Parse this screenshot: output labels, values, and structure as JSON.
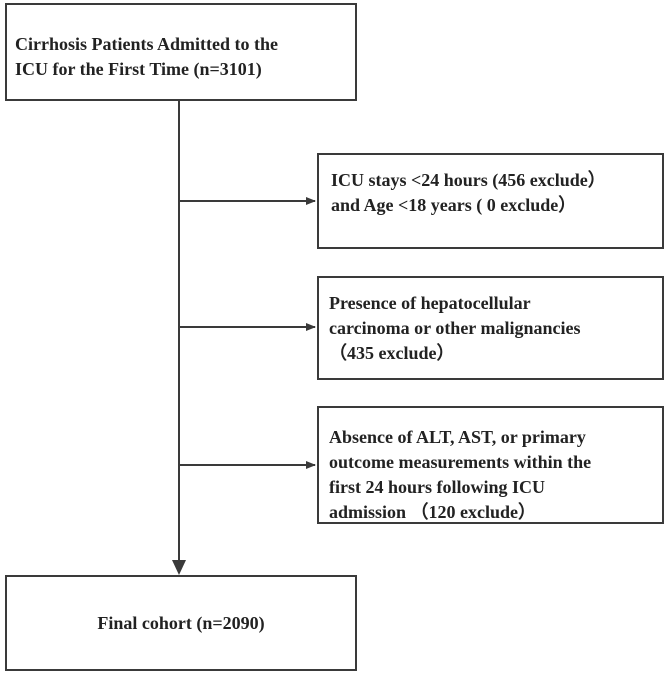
{
  "nodes": {
    "start": {
      "lines": [
        "Cirrhosis Patients Admitted to the",
        "ICU for the First Time (n=3101)"
      ]
    },
    "exclusion_1": {
      "lines": [
        "ICU stays <24 hours (456 exclude）",
        "and Age <18 years ( 0 exclude）"
      ]
    },
    "exclusion_2": {
      "lines": [
        "Presence of hepatocellular",
        "carcinoma or other malignancies",
        "（435 exclude）"
      ]
    },
    "exclusion_3": {
      "lines": [
        "Absence of ALT, AST, or primary",
        "outcome measurements within the",
        "first 24 hours following ICU",
        "admission （120 exclude）"
      ]
    },
    "final": {
      "lines": [
        "Final cohort (n=2090)"
      ]
    }
  },
  "colors": {
    "stroke": "#3a3a3a",
    "text": "#222222",
    "background": "#ffffff"
  }
}
